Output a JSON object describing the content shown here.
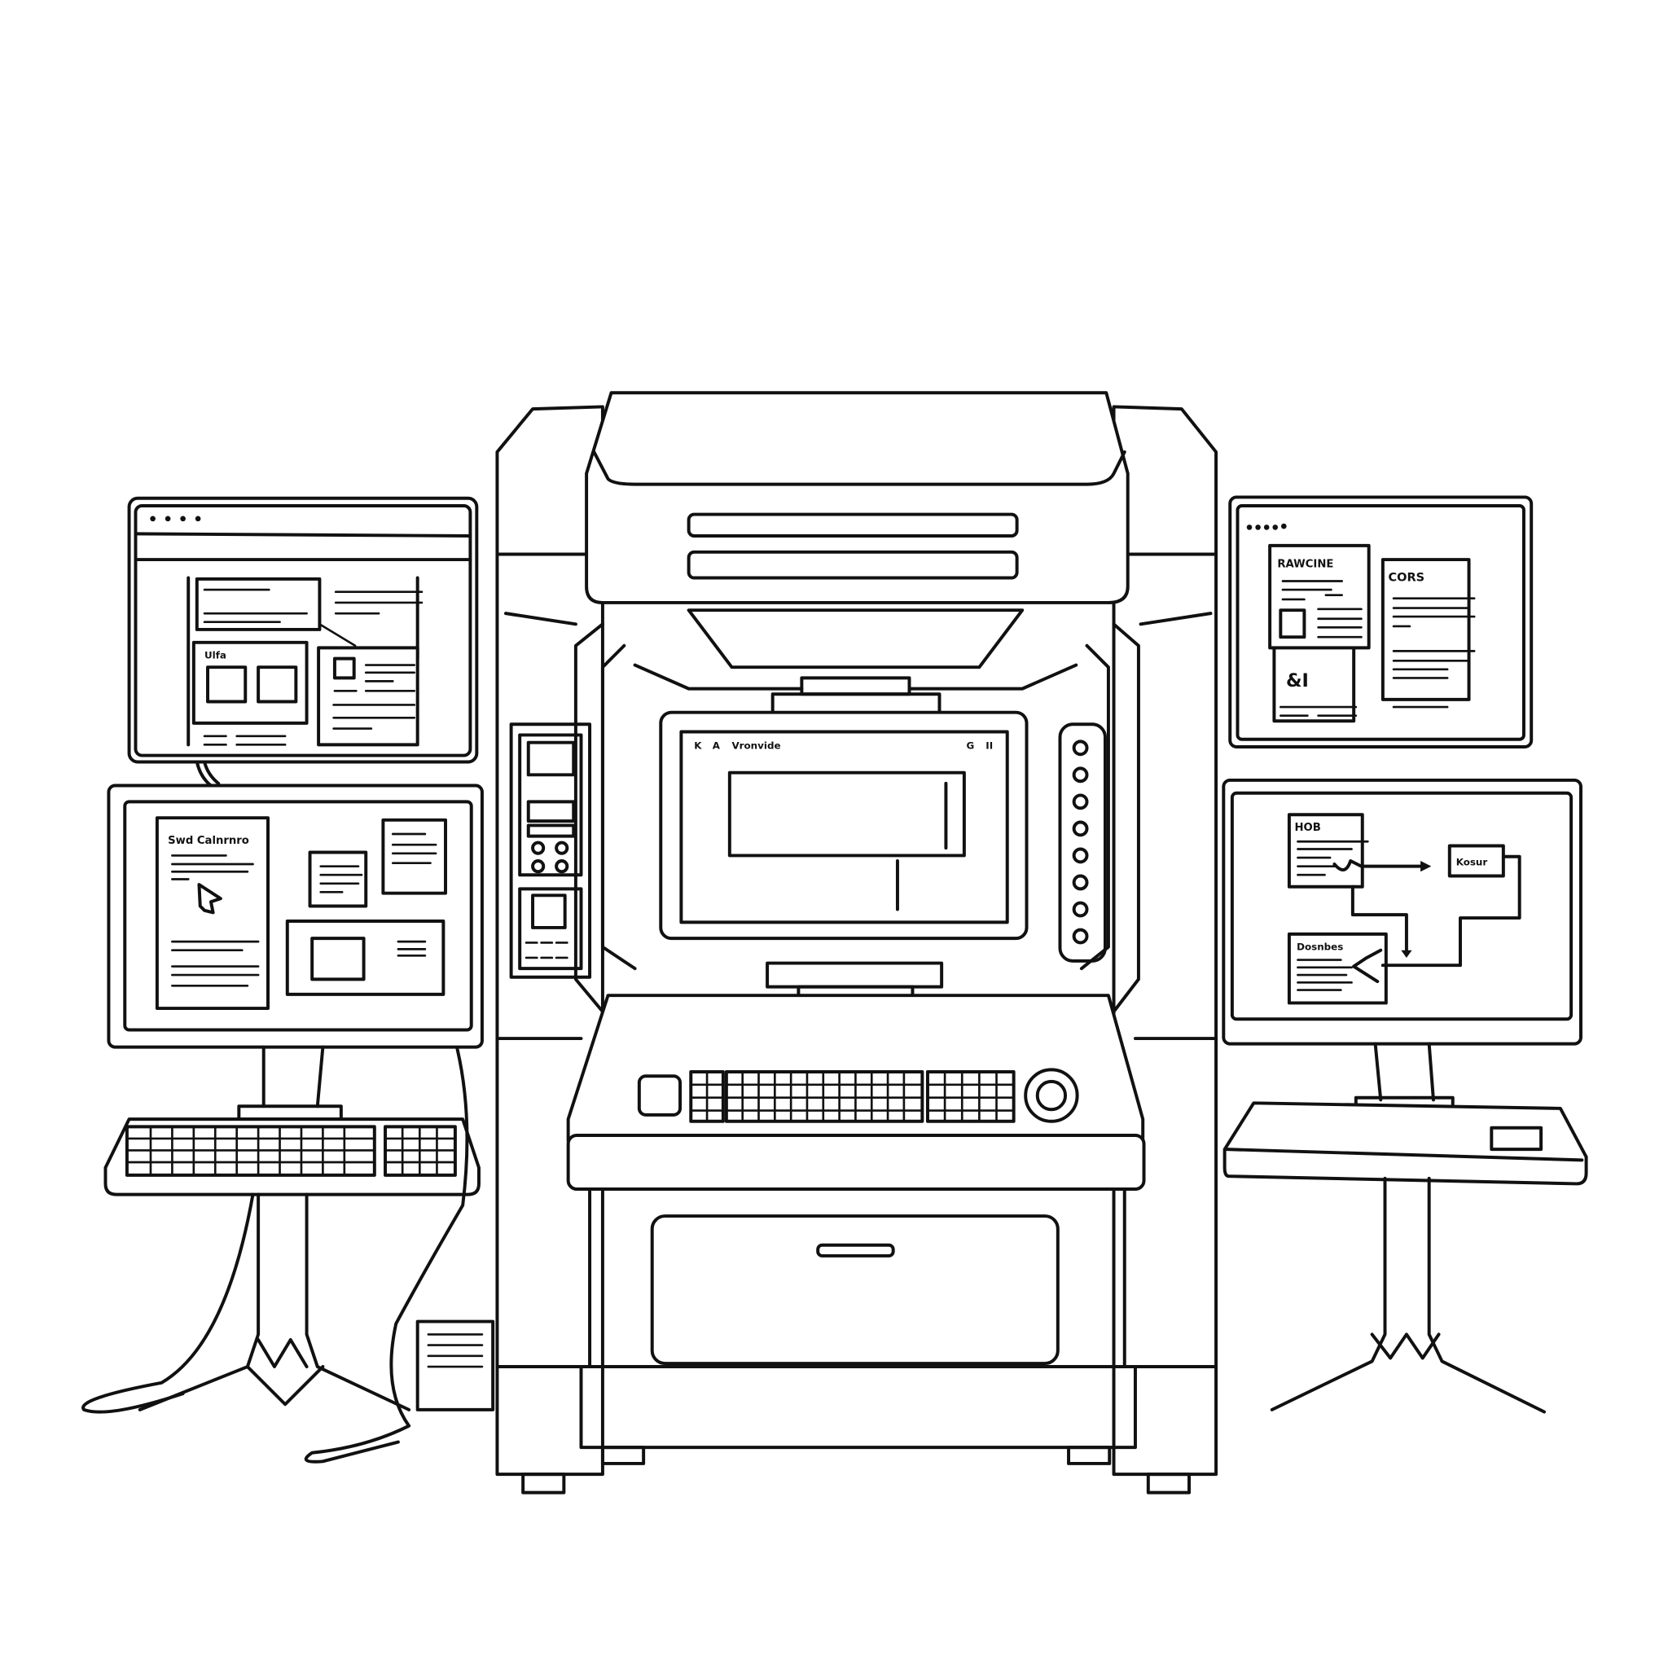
{
  "illustration": {
    "style": "black line art on white",
    "colors": {
      "line": "#111111",
      "background": "#ffffff"
    }
  },
  "left_top_monitor": {
    "window_dots": 4,
    "panel_label": "Ulfa"
  },
  "left_bottom_monitor": {
    "doc_title": "Swd Calnrnro",
    "cursor_icon": "pointer-arrow-icon"
  },
  "center_machine": {
    "screen_title": "Vronvide",
    "screen_left_icons": [
      "K",
      "A"
    ],
    "screen_right_icons": [
      "G",
      "II"
    ],
    "side_indicator_lights": 8
  },
  "right_top_monitor": {
    "window_dots": 5,
    "card_title_1": "RAWCINE",
    "card_title_2": "CORS",
    "card_title_3": "&I"
  },
  "right_bottom_monitor": {
    "node_1": "HOB",
    "node_2": "Kosur",
    "node_3": "Dosnbes"
  }
}
